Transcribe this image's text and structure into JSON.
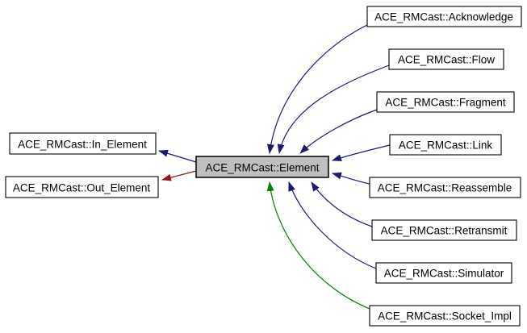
{
  "diagram": {
    "kind": "class-inheritance-graph",
    "center_node": {
      "label": "ACE_RMCast::Element"
    },
    "base_nodes": [
      {
        "label": "ACE_RMCast::In_Element",
        "edge_color": "#191970"
      },
      {
        "label": "ACE_RMCast::Out_Element",
        "edge_color": "#8b1a1a"
      }
    ],
    "derived_nodes": [
      {
        "label": "ACE_RMCast::Acknowledge",
        "edge_color": "#191970"
      },
      {
        "label": "ACE_RMCast::Flow",
        "edge_color": "#191970"
      },
      {
        "label": "ACE_RMCast::Fragment",
        "edge_color": "#191970"
      },
      {
        "label": "ACE_RMCast::Link",
        "edge_color": "#191970"
      },
      {
        "label": "ACE_RMCast::Reassemble",
        "edge_color": "#191970"
      },
      {
        "label": "ACE_RMCast::Retransmit",
        "edge_color": "#191970"
      },
      {
        "label": "ACE_RMCast::Simulator",
        "edge_color": "#191970"
      },
      {
        "label": "ACE_RMCast::Socket_Impl",
        "edge_color": "#008000"
      }
    ],
    "colors": {
      "public_edge": "#191970",
      "private_edge": "#8b1a1a",
      "protected_edge": "#008000",
      "node_fill": "#ffffff",
      "node_border": "#000000",
      "focus_node_fill": "#bfbfbf",
      "background": "#ffffff"
    }
  }
}
